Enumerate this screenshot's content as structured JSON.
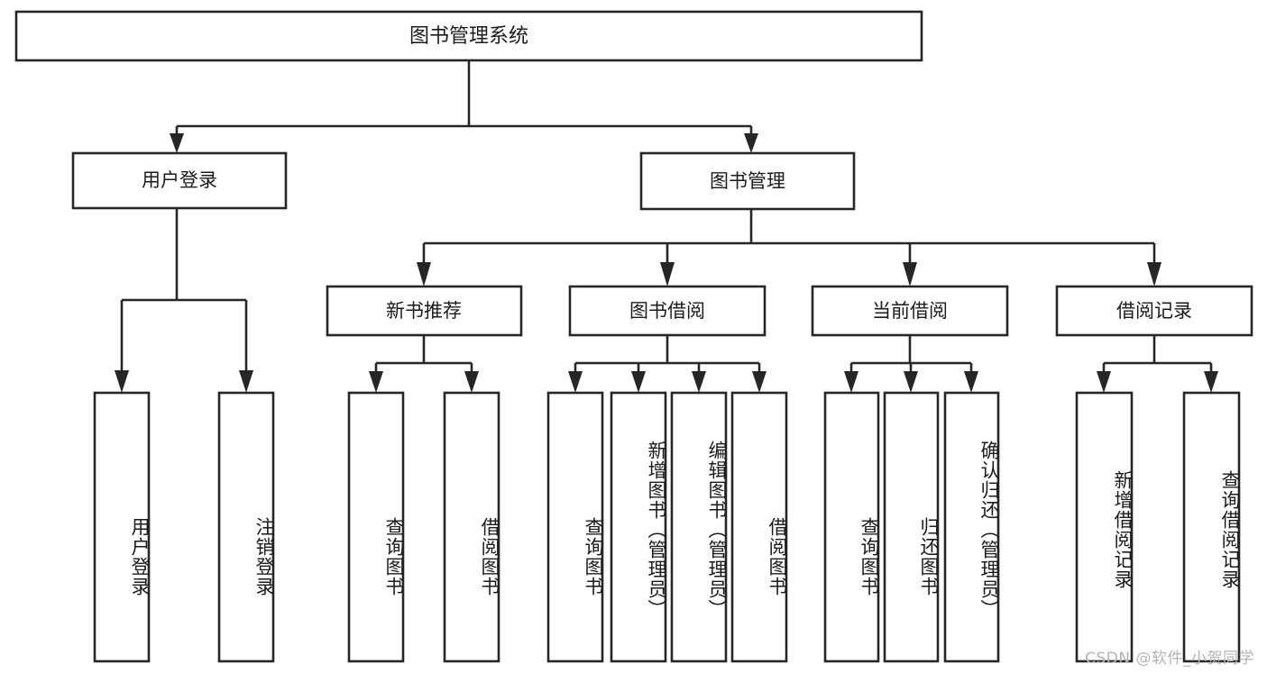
{
  "diagram": {
    "title": "图书管理系统",
    "type": "tree",
    "levels": 4,
    "root": {
      "id": "root",
      "label": "图书管理系统",
      "orientation": "horizontal"
    },
    "level2": [
      {
        "id": "user-login",
        "label": "用户登录",
        "orientation": "horizontal"
      },
      {
        "id": "book-manage",
        "label": "图书管理",
        "orientation": "horizontal"
      }
    ],
    "level3": [
      {
        "id": "new-book-rec",
        "label": "新书推荐",
        "orientation": "horizontal",
        "parent": "book-manage"
      },
      {
        "id": "book-borrow",
        "label": "图书借阅",
        "orientation": "horizontal",
        "parent": "book-manage"
      },
      {
        "id": "current-borrow",
        "label": "当前借阅",
        "orientation": "horizontal",
        "parent": "book-manage"
      },
      {
        "id": "borrow-record",
        "label": "借阅记录",
        "orientation": "horizontal",
        "parent": "book-manage"
      }
    ],
    "leaves": [
      {
        "id": "leaf-user-login",
        "label": "用户登录",
        "parent": "user-login",
        "orientation": "vertical"
      },
      {
        "id": "leaf-user-logout",
        "label": "注销登录",
        "parent": "user-login",
        "orientation": "vertical"
      },
      {
        "id": "leaf-query-book-1",
        "label": "查询图书",
        "parent": "new-book-rec",
        "orientation": "vertical"
      },
      {
        "id": "leaf-borrow-book-1",
        "label": "借阅图书",
        "parent": "new-book-rec",
        "orientation": "vertical"
      },
      {
        "id": "leaf-query-book-2",
        "label": "查询图书",
        "parent": "book-borrow",
        "orientation": "vertical"
      },
      {
        "id": "leaf-add-book",
        "label": "新增图书（管理员）",
        "parent": "book-borrow",
        "orientation": "vertical"
      },
      {
        "id": "leaf-edit-book",
        "label": "编辑图书（管理员）",
        "parent": "book-borrow",
        "orientation": "vertical"
      },
      {
        "id": "leaf-borrow-book-2",
        "label": "借阅图书",
        "parent": "book-borrow",
        "orientation": "vertical"
      },
      {
        "id": "leaf-query-book-3",
        "label": "查询图书",
        "parent": "current-borrow",
        "orientation": "vertical"
      },
      {
        "id": "leaf-return-book",
        "label": "归还图书",
        "parent": "current-borrow",
        "orientation": "vertical"
      },
      {
        "id": "leaf-confirm-return",
        "label": "确认归还（管理员）",
        "parent": "current-borrow",
        "orientation": "vertical"
      },
      {
        "id": "leaf-add-record",
        "label": "新增借阅记录",
        "parent": "borrow-record",
        "orientation": "vertical"
      },
      {
        "id": "leaf-query-record",
        "label": "查询借阅记录",
        "parent": "borrow-record",
        "orientation": "vertical"
      }
    ]
  },
  "watermark": {
    "text": "CSDN @软件_小贺同学"
  },
  "colors": {
    "stroke": "#262626",
    "fill": "#ffffff",
    "text": "#1b1b1b",
    "watermark": "#b4b4b4"
  }
}
